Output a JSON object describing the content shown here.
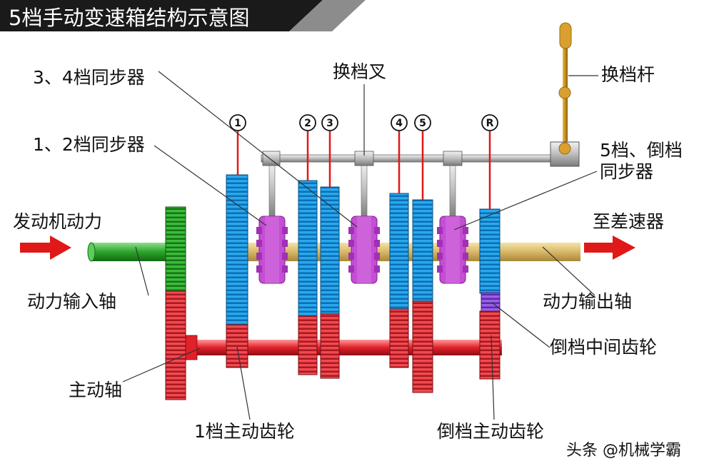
{
  "title": "5档手动变速箱结构示意图",
  "labels": {
    "sync_34": "3、4档同步器",
    "sync_12": "1、2档同步器",
    "shift_fork": "换档叉",
    "shift_lever": "换档杆",
    "sync_5r_line1": "5档、倒档",
    "sync_5r_line2": "同步器",
    "engine_power": "发动机动力",
    "to_differential": "至差速器",
    "input_shaft": "动力输入轴",
    "output_shaft": "动力输出轴",
    "reverse_idler": "倒档中间齿轮",
    "countershaft": "主动轴",
    "first_drive_gear": "1档主动齿轮",
    "reverse_drive_gear": "倒档主动齿轮"
  },
  "gear_numbers": [
    "1",
    "2",
    "3",
    "4",
    "5",
    "R"
  ],
  "watermark": "头条 @机械学霸",
  "colors": {
    "input_gear": "#2aa52a",
    "output_gear": "#1e9be0",
    "countershaft_gear": "#e0202a",
    "synchronizer": "#c44ed4",
    "shaft_yellow": "#d8b868",
    "arrow": "#e01818",
    "idler": "#7a3ed8",
    "lever": "#c8901a"
  }
}
